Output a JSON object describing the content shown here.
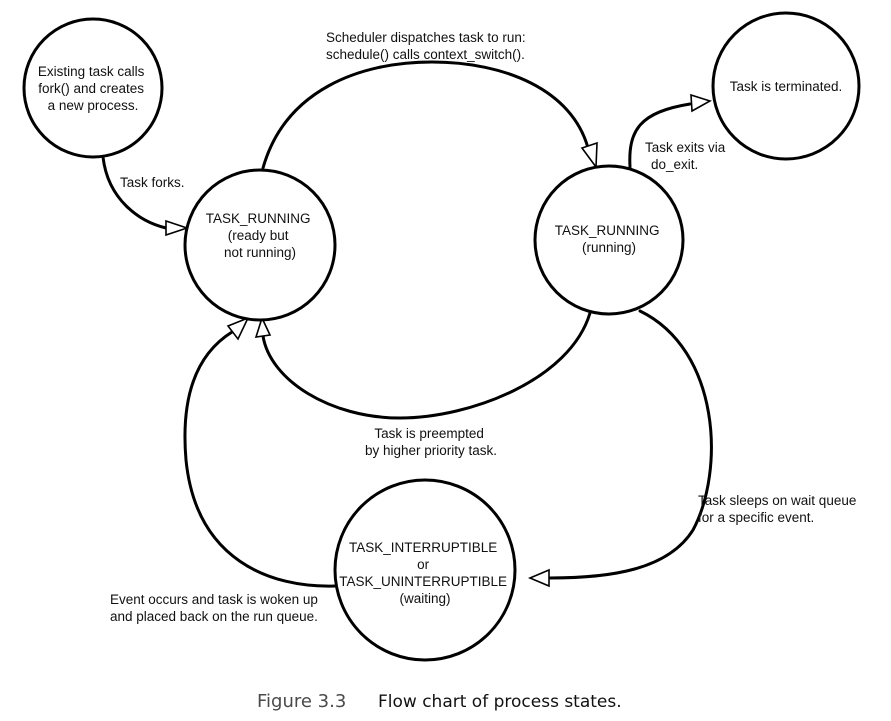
{
  "states": {
    "new": {
      "lines": [
        "Existing task calls",
        "fork() and creates",
        "a new process."
      ]
    },
    "ready": {
      "lines": [
        "TASK_RUNNING",
        "",
        "(ready but",
        "not running)"
      ]
    },
    "running": {
      "lines": [
        "TASK_RUNNING",
        "",
        "(running)"
      ]
    },
    "terminated": {
      "lines": [
        "Task is terminated."
      ]
    },
    "waiting": {
      "lines": [
        "TASK_INTERRUPTIBLE",
        "or",
        "TASK_UNINTERRUPTIBLE",
        "(waiting)"
      ]
    }
  },
  "edges": {
    "fork": {
      "from": "new",
      "to": "ready",
      "lines": [
        "Task forks."
      ]
    },
    "dispatch": {
      "from": "ready",
      "to": "running",
      "lines": [
        "Scheduler dispatches task to run:",
        "schedule() calls context_switch()."
      ]
    },
    "exit": {
      "from": "running",
      "to": "terminated",
      "lines": [
        "Task exits via",
        "do_exit."
      ]
    },
    "preempt": {
      "from": "running",
      "to": "ready",
      "lines": [
        "Task is preempted",
        "by higher priority task."
      ]
    },
    "sleep": {
      "from": "running",
      "to": "waiting",
      "lines": [
        "Task sleeps on wait queue",
        "for a specific event."
      ]
    },
    "wake": {
      "from": "waiting",
      "to": "ready",
      "lines": [
        "Event occurs and task is woken up",
        "and placed back on the run queue."
      ]
    }
  },
  "caption": {
    "number": "Figure 3.3",
    "text": "Flow chart of process states."
  }
}
